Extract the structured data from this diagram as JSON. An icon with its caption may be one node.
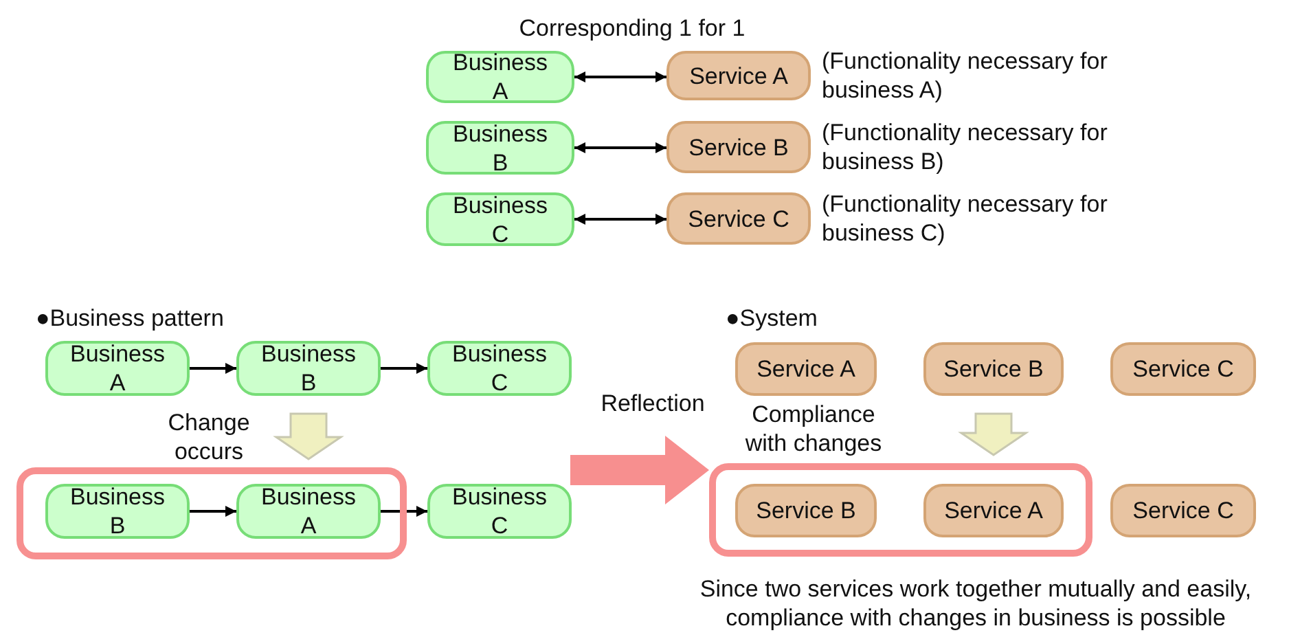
{
  "diagram": {
    "nodes": [
      {
        "text": [
          "Business A"
        ]
      },
      {
        "text": [
          "Service A"
        ],
        "beside": [
          "(Functionality necessary for business A)"
        ]
      },
      {
        "text": [
          "Business B"
        ]
      },
      {
        "text": [
          "Service B"
        ],
        "beside": [
          "(Functionality necessary for business B)"
        ]
      },
      {
        "text": [
          "Business C"
        ]
      },
      {
        "text": [
          "Service C"
        ],
        "beside": [
          "(Functionality necessary for business C)"
        ]
      },
      {
        "text": [
          "Business A"
        ]
      },
      {
        "text": [
          "Business B"
        ]
      },
      {
        "text": [
          "Business C"
        ]
      },
      {
        "text": [],
        "shape": "box"
      },
      {
        "text": [
          "Business B"
        ],
        "in": 9
      },
      {
        "text": [
          "Business A"
        ],
        "in": 9
      },
      {
        "text": [
          "Business C"
        ]
      },
      {
        "text": [
          "Service A"
        ]
      },
      {
        "text": [
          "Service B"
        ]
      },
      {
        "text": [
          "Service C"
        ]
      },
      {
        "text": [],
        "shape": "box"
      },
      {
        "text": [
          "Service B"
        ],
        "in": 16
      },
      {
        "text": [
          "Service A"
        ],
        "in": 16
      },
      {
        "text": [
          "Service C"
        ]
      }
    ],
    "edges": [
      {
        "from": 0,
        "to": 1,
        "arrow": "both"
      },
      {
        "from": 2,
        "to": 3,
        "arrow": "both"
      },
      {
        "from": 4,
        "to": 5,
        "arrow": "both"
      },
      {
        "from": 6,
        "to": 7,
        "arrow": "to"
      },
      {
        "from": 7,
        "to": 8,
        "arrow": "to"
      },
      {
        "from": 10,
        "to": 11,
        "arrow": "to"
      },
      {
        "from": 11,
        "to": 12,
        "arrow": "to"
      },
      {
        "from": 7,
        "to": 9,
        "arrow": "to",
        "label": "Change occurs",
        "style": "thick",
        "color": "#f0f0c0"
      },
      {
        "from": 14,
        "to": 16,
        "arrow": "to",
        "label": "Compliance with changes",
        "style": "thick",
        "color": "#f0f0c0"
      },
      {
        "from": null,
        "to": 16,
        "arrow": "to",
        "label": "Reflection",
        "style": "thick",
        "color": "#f78f8f"
      }
    ],
    "labels": [
      "Corresponding 1 for 1",
      "●Business pattern",
      "●System",
      "Since two services work together mutually and easily, compliance with changes in business is possible"
    ]
  }
}
